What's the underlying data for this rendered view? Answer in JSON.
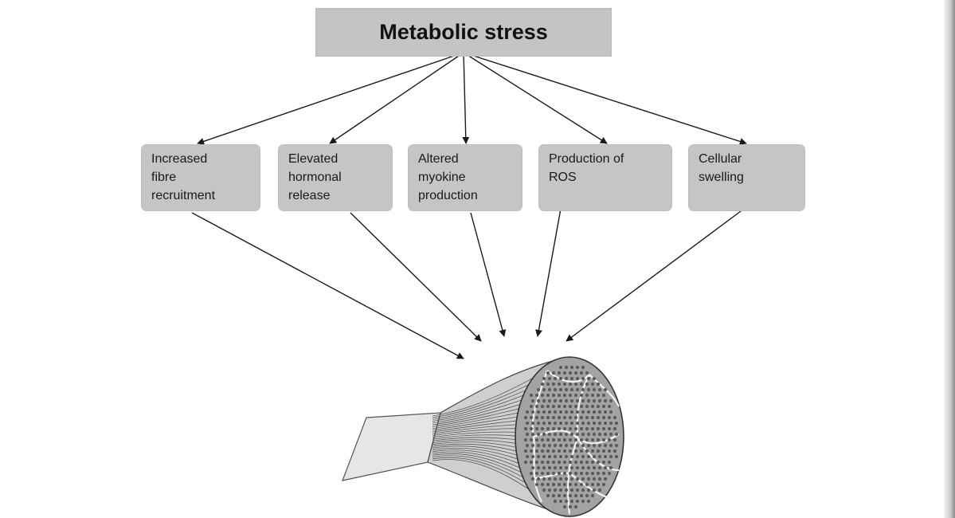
{
  "diagram": {
    "title": "Metabolic stress",
    "nodes": [
      {
        "id": "fibre-recruitment",
        "lines": [
          "Increased",
          "fibre",
          "recruitment"
        ]
      },
      {
        "id": "hormonal-release",
        "lines": [
          "Elevated",
          "hormonal",
          "release"
        ]
      },
      {
        "id": "myokine-production",
        "lines": [
          "Altered",
          "myokine",
          "production"
        ]
      },
      {
        "id": "ros-production",
        "lines": [
          "Production of",
          "ROS"
        ]
      },
      {
        "id": "cellular-swelling",
        "lines": [
          "Cellular",
          "swelling"
        ]
      }
    ],
    "edges": [
      {
        "from": "title",
        "to": "fibre-recruitment"
      },
      {
        "from": "title",
        "to": "hormonal-release"
      },
      {
        "from": "title",
        "to": "myokine-production"
      },
      {
        "from": "title",
        "to": "ros-production"
      },
      {
        "from": "title",
        "to": "cellular-swelling"
      },
      {
        "from": "fibre-recruitment",
        "to": "muscle-fibre"
      },
      {
        "from": "hormonal-release",
        "to": "muscle-fibre"
      },
      {
        "from": "myokine-production",
        "to": "muscle-fibre"
      },
      {
        "from": "ros-production",
        "to": "muscle-fibre"
      },
      {
        "from": "cellular-swelling",
        "to": "muscle-fibre"
      }
    ],
    "colors": {
      "box_fill": "#c4c4c4",
      "arrow": "#1a1a1a",
      "fibre_fill": "#9a9a9a",
      "fibre_dots": "#5a5a5a"
    }
  }
}
